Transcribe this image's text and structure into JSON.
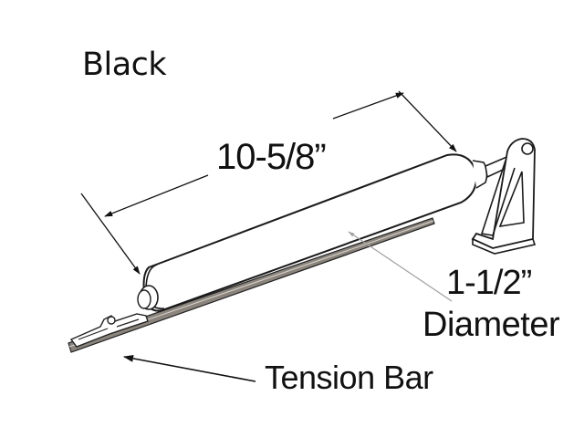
{
  "diagram": {
    "title": "Black",
    "dimensions": {
      "length": "10-5/8”",
      "diameter_value": "1-1/2”",
      "diameter_label": "Diameter"
    },
    "callouts": {
      "tension_bar": "Tension Bar"
    },
    "part": "pneumatic door closer cylinder with bracket and tension bar",
    "colors": {
      "background": "#ffffff",
      "line": "#111111",
      "leader_gray": "#9a9a9a",
      "bar_shade": "#6b655e"
    }
  }
}
